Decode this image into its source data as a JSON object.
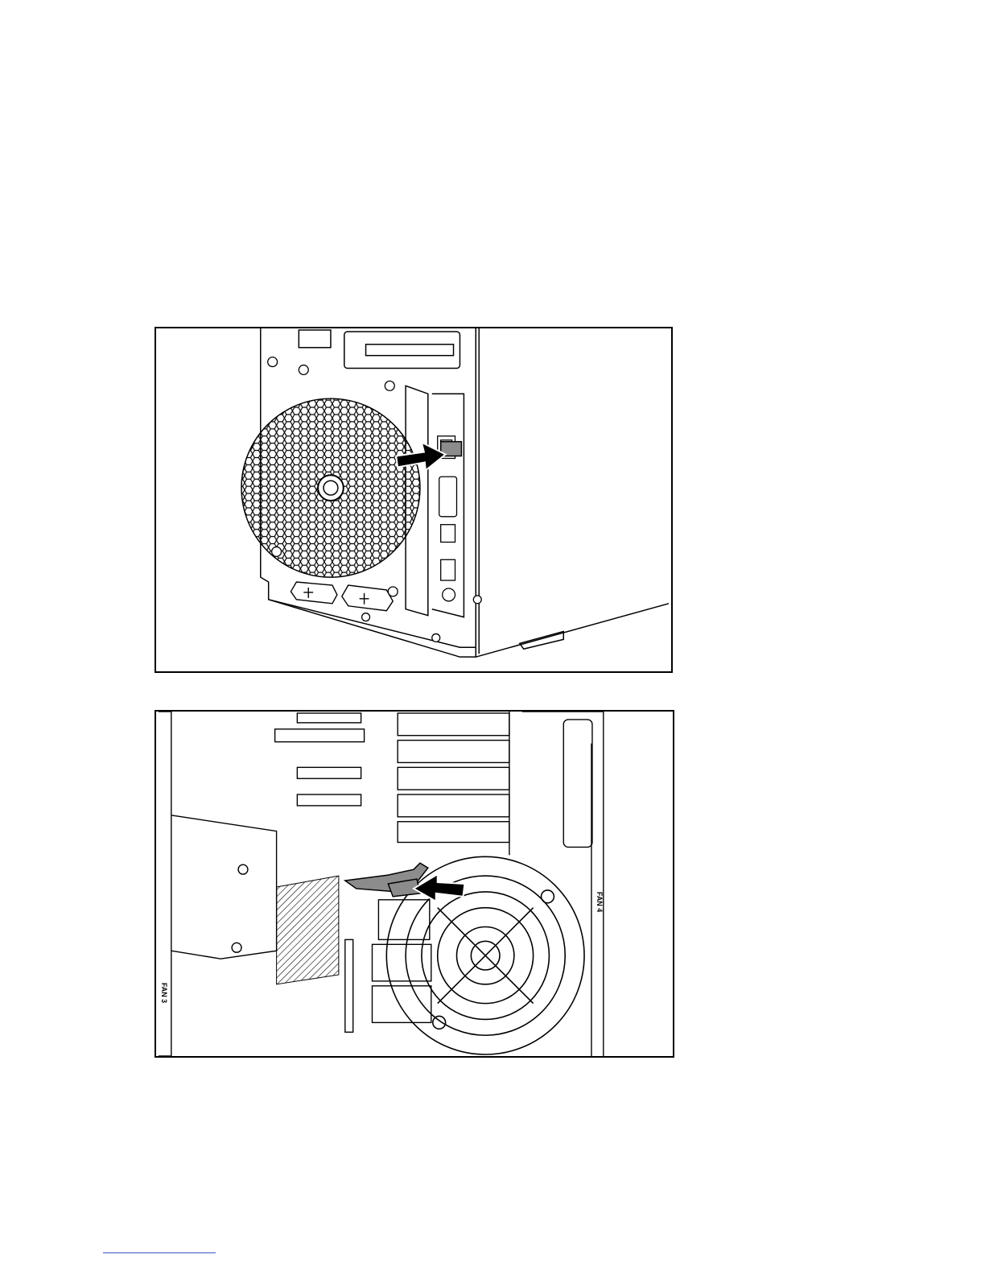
{
  "figures": [
    {
      "id": "figure-1",
      "subject": "server-rear-panel",
      "arrow_direction": "right"
    },
    {
      "id": "figure-2",
      "subject": "server-interior-fan-module",
      "arrow_direction": "left",
      "labels": {
        "fan_right": "FAN 4",
        "fan_left": "FAN 3"
      }
    }
  ],
  "colors": {
    "line": "#000000",
    "fill_gray": "#8c8c8c",
    "footer_rule": "#3a56c6"
  }
}
